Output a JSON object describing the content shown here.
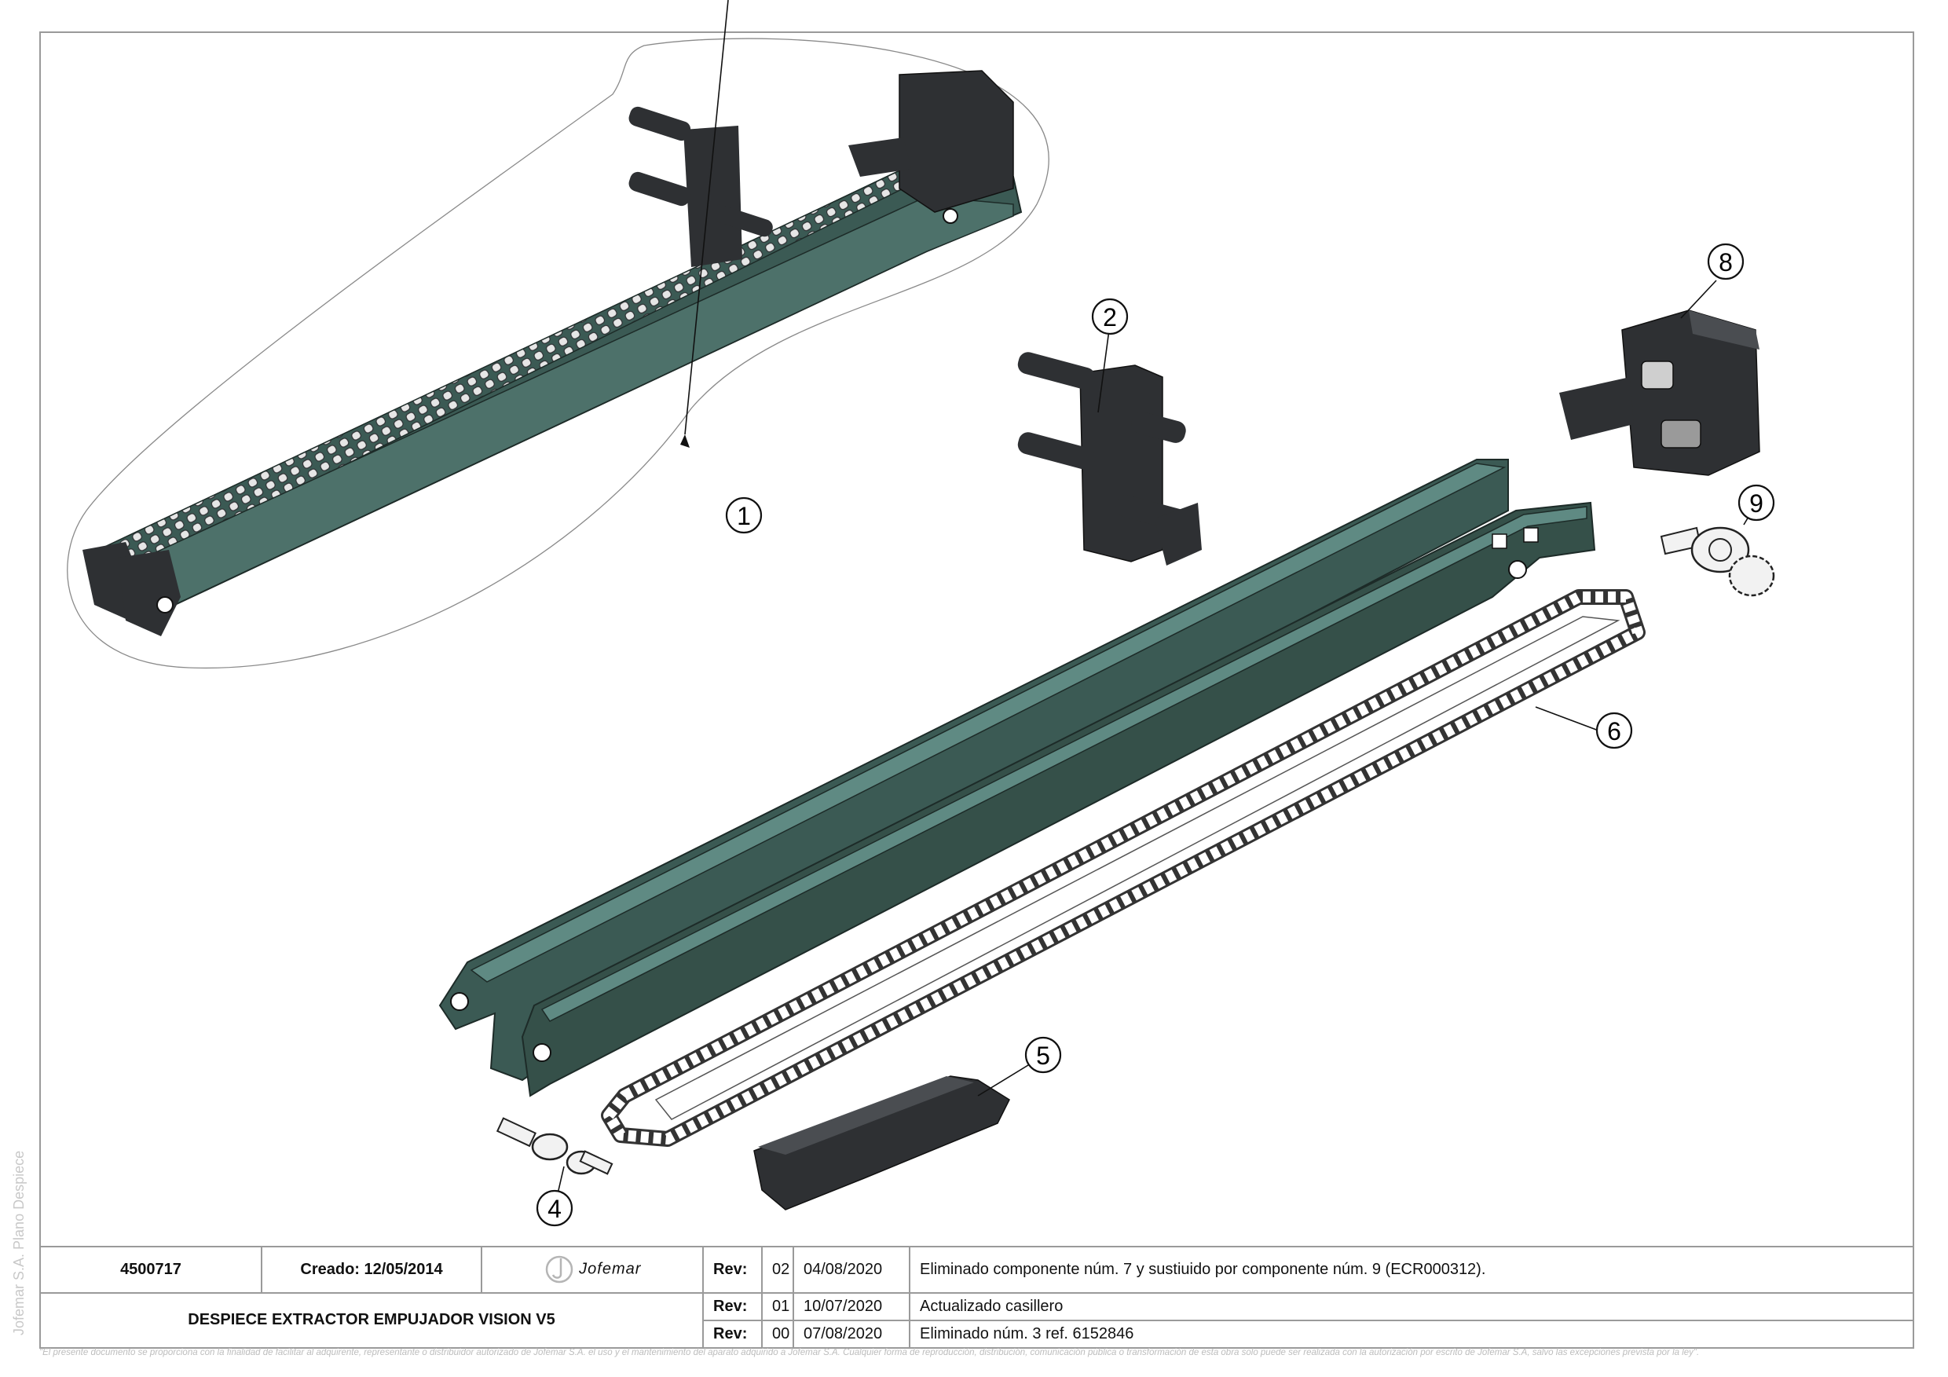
{
  "side_label": "Jofemar S.A. Plano Despiece",
  "callouts": [
    "1",
    "2",
    "4",
    "5",
    "6",
    "8",
    "9"
  ],
  "title_block": {
    "drawing_number": "4500717",
    "created_label": "Creado:",
    "created_date": "12/05/2014",
    "logo_text": "Jofemar",
    "title": "DESPIECE EXTRACTOR EMPUJADOR VISION V5",
    "revisions": [
      {
        "label": "Rev:",
        "num": "02",
        "date": "04/08/2020",
        "description": "Eliminado componente núm. 7 y sustiuido por componente núm. 9 (ECR000312)."
      },
      {
        "label": "Rev:",
        "num": "01",
        "date": "10/07/2020",
        "description": "Actualizado casillero"
      },
      {
        "label": "Rev:",
        "num": "00",
        "date": "07/08/2020",
        "description": "Eliminado núm. 3 ref. 6152846"
      }
    ]
  },
  "footer_note": "\"El presente documento se proporciona con la finalidad de facilitar al adquirente, representante o distribuidor autorizado de Jofemar S.A. el uso y el mantenimiento del aparato adquirido a Jofemar S.A. Cualquier forma de reproducción, distribución, comunicación pública o transformación de esta obra solo puede ser realizada con la autorización por escrito de Jofemar S.A, salvo las excepciones prevista por la ley\".",
  "colors": {
    "rail": "#3b5a54",
    "rail_light": "#5f8a83",
    "dark_part": "#2e3033",
    "chain": "#ededed",
    "border": "#9a9a9a"
  }
}
